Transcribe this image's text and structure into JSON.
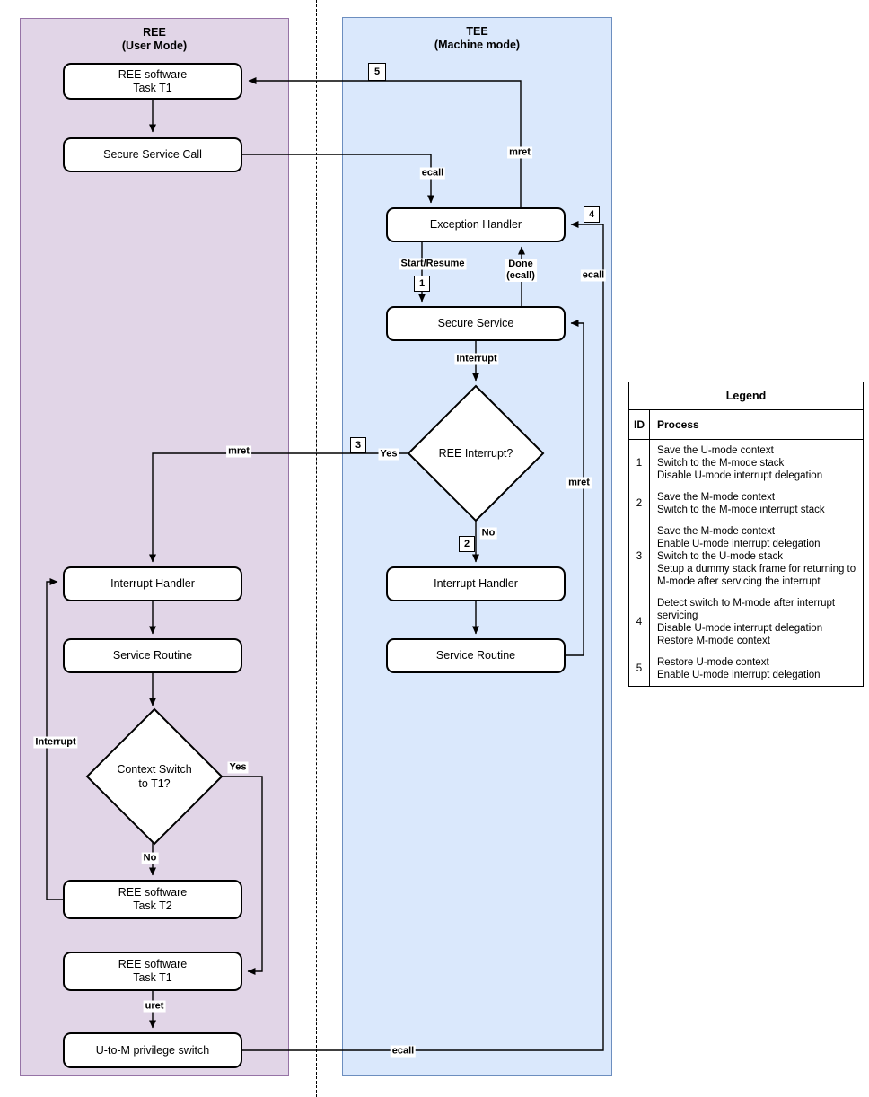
{
  "regions": {
    "ree": {
      "title": "REE\n(User Mode)",
      "fill": "#E1D5E7",
      "border": "#9673A6"
    },
    "tee": {
      "title": "TEE\n(Machine mode)",
      "fill": "#DAE8FC",
      "border": "#6C8EBF"
    }
  },
  "nodes": {
    "ree_task_t1_top": "REE software\nTask T1",
    "secure_service_call": "Secure Service Call",
    "exception_handler": "Exception Handler",
    "secure_service": "Secure Service",
    "ree_interrupt_decision": "REE Interrupt?",
    "tee_interrupt_handler": "Interrupt Handler",
    "tee_service_routine": "Service Routine",
    "ree_interrupt_handler": "Interrupt Handler",
    "ree_service_routine": "Service Routine",
    "context_switch_decision": "Context Switch\nto T1?",
    "ree_task_t2": "REE software\nTask T2",
    "ree_task_t1_bottom": "REE software\nTask T1",
    "u_to_m_switch": "U-to-M privilege switch"
  },
  "edge_labels": {
    "ecall_top": "ecall",
    "mret_top": "mret",
    "start_resume": "Start/Resume",
    "done_ecall": "Done\n(ecall)",
    "ecall_right": "ecall",
    "interrupt_tee": "Interrupt",
    "yes_tee": "Yes",
    "no_tee": "No",
    "mret_mid": "mret",
    "mret_right": "mret",
    "interrupt_ree": "Interrupt",
    "yes_ree": "Yes",
    "no_ree": "No",
    "uret": "uret",
    "ecall_bottom": "ecall"
  },
  "badges": {
    "b1": "1",
    "b2": "2",
    "b3": "3",
    "b4": "4",
    "b5": "5"
  },
  "legend": {
    "title": "Legend",
    "col_id": "ID",
    "col_process": "Process",
    "rows": [
      {
        "id": "1",
        "text": "Save the U-mode context\nSwitch to the M-mode stack\nDisable U-mode interrupt delegation"
      },
      {
        "id": "2",
        "text": "Save the M-mode context\nSwitch to the M-mode interrupt stack"
      },
      {
        "id": "3",
        "text": "Save the M-mode context\nEnable U-mode interrupt delegation\nSwitch to the U-mode stack\nSetup a dummy stack frame for returning to\nM-mode after servicing the interrupt"
      },
      {
        "id": "4",
        "text": "Detect switch to M-mode after interrupt\nservicing\nDisable U-mode interrupt delegation\nRestore M-mode context"
      },
      {
        "id": "5",
        "text": "Restore U-mode context\nEnable U-mode interrupt delegation"
      }
    ]
  }
}
